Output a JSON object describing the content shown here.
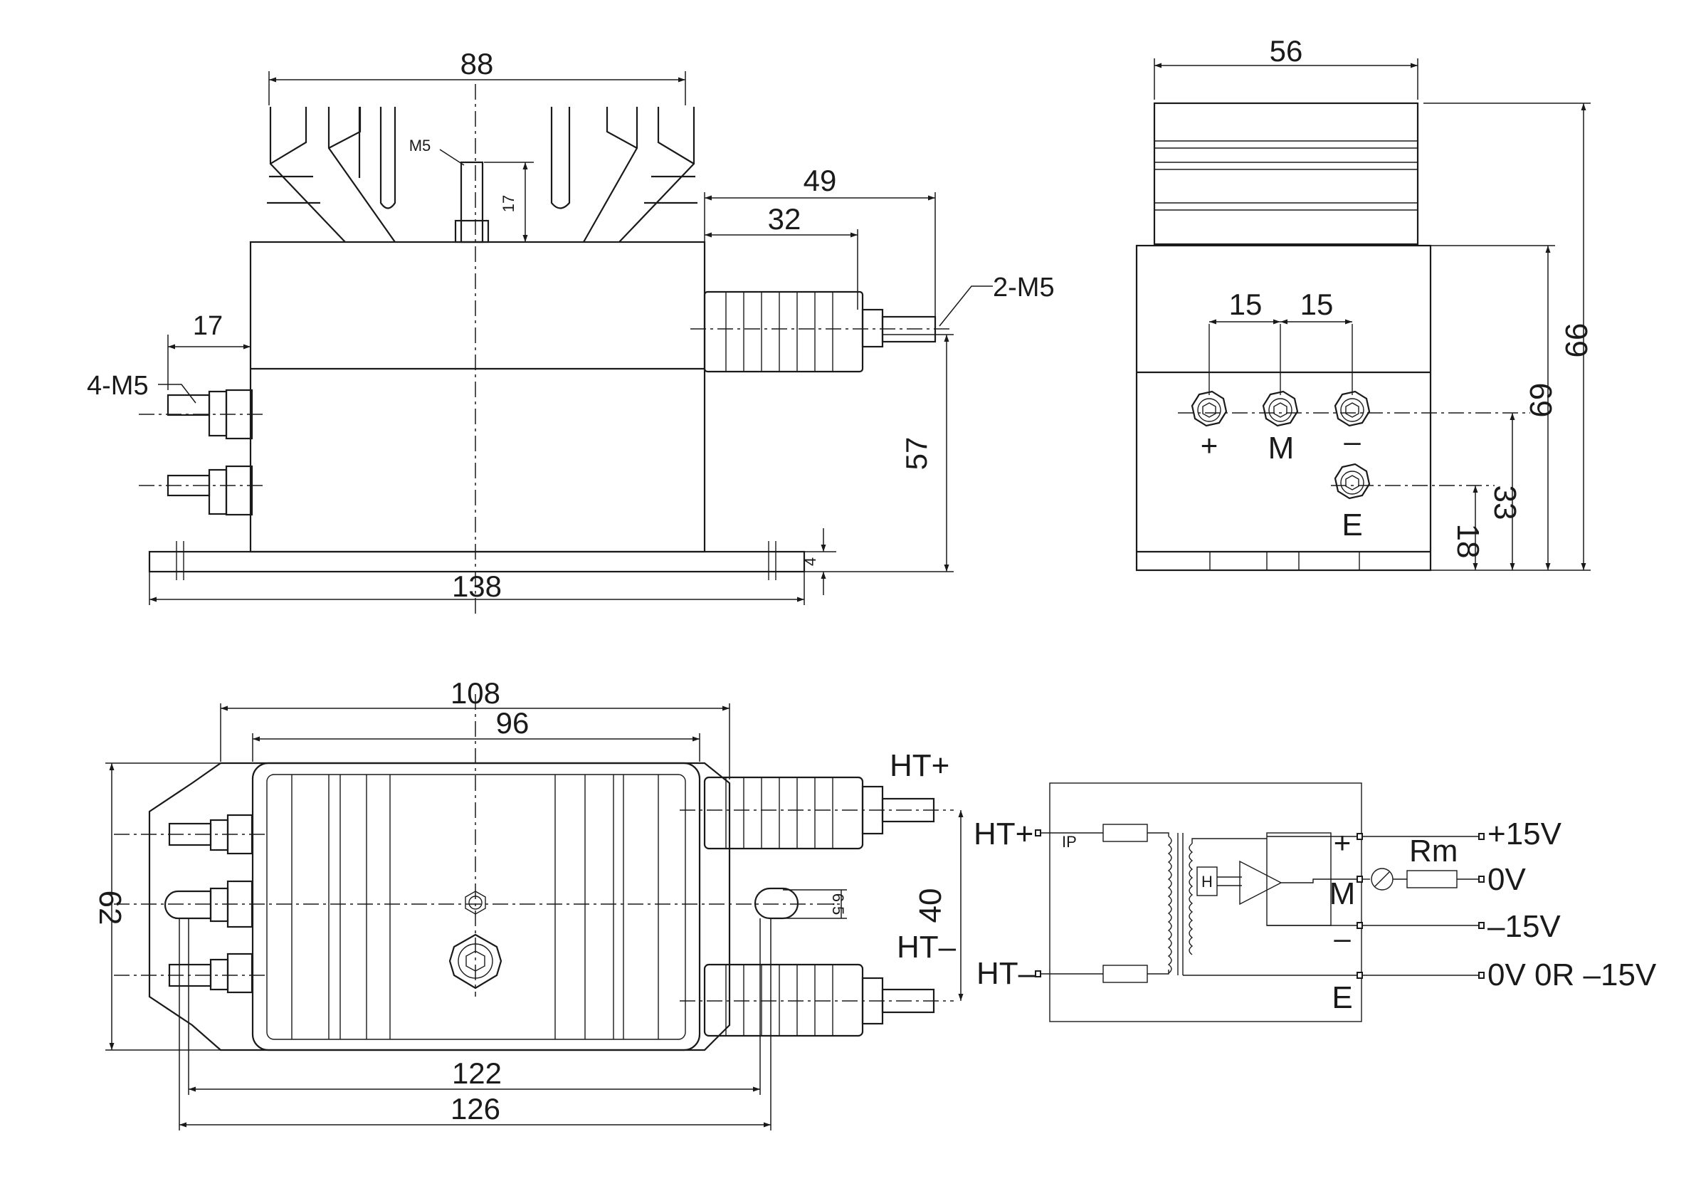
{
  "front_view": {
    "dim_width": "88",
    "dim_stud_thread": "M5",
    "dim_stud_height": "17",
    "dim_overall_length": "49",
    "dim_terminal_length": "32",
    "dim_terminal_thread": "2-M5",
    "dim_left_offset": "17",
    "dim_signal_thread": "4-M5",
    "dim_height": "57",
    "dim_base_thickness": "4",
    "dim_base_length": "138"
  },
  "side_view": {
    "dim_width": "56",
    "dim_pitch_1": "15",
    "dim_pitch_2": "15",
    "dim_total_height": "99",
    "dim_terminal_row_height": "69",
    "dim_e_height": "33",
    "dim_base_height": "18",
    "terminal_plus": "+",
    "terminal_m": "M",
    "terminal_minus": "–",
    "terminal_e": "E"
  },
  "top_view": {
    "dim_length_outer": "108",
    "dim_length_inner": "96",
    "dim_width": "62",
    "dim_terminal_spacing": "40",
    "dim_hole": "6.5",
    "dim_mount_inner": "122",
    "dim_mount_outer": "126",
    "label_ht_plus": "HT+",
    "label_ht_minus": "HT–"
  },
  "schematic": {
    "label_ht_plus": "HT+",
    "label_ht_minus": "HT–",
    "label_ip": "IP",
    "label_h": "H",
    "label_plus": "+",
    "label_m": "M",
    "label_minus": "–",
    "label_e": "E",
    "label_rm": "Rm",
    "out_plus15": "+15V",
    "out_0v": "0V",
    "out_minus15": "–15V",
    "out_0v_or": "0V 0R –15V"
  }
}
